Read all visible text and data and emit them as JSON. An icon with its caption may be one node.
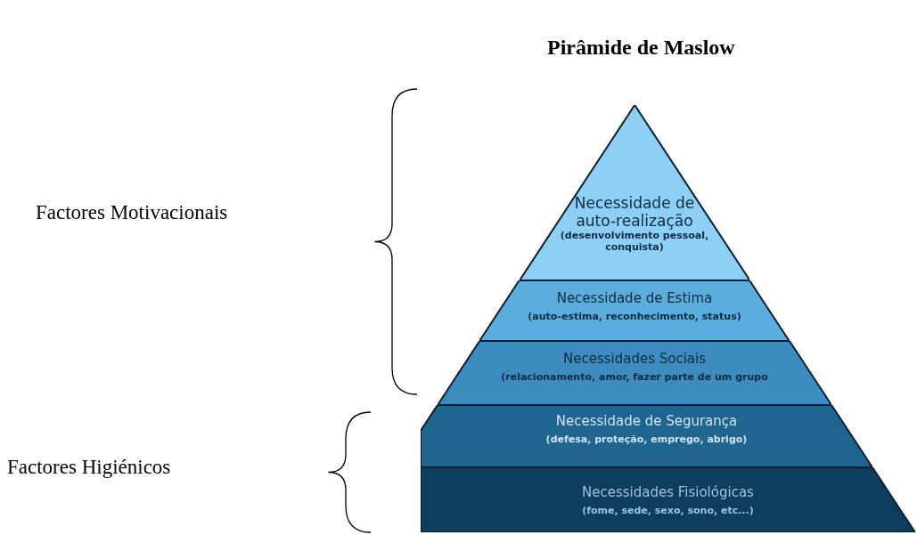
{
  "diagram": {
    "title": "Pirâmide de Maslow",
    "nodes": [
      {
        "text": [
          "Necessidade de auto-realização",
          "(desenvolvimento pessoal, conquista)"
        ]
      },
      {
        "text": [
          "Necessidade de Estima",
          "(auto-estima, reconhecimento, status)"
        ]
      },
      {
        "text": [
          "Necessidades Sociais",
          "(relacionamento, amor, fazer parte de um grupo"
        ]
      },
      {
        "text": [
          "Necessidade de Segurança",
          "(defesa, proteção, emprego, abrigo)"
        ]
      },
      {
        "text": [
          "Necessidades Fisiológicas",
          "(fome, sede, sexo, sono, etc...)"
        ]
      }
    ],
    "labels": [
      "Factores Motivacionais",
      "Factores Higiénicos"
    ]
  }
}
